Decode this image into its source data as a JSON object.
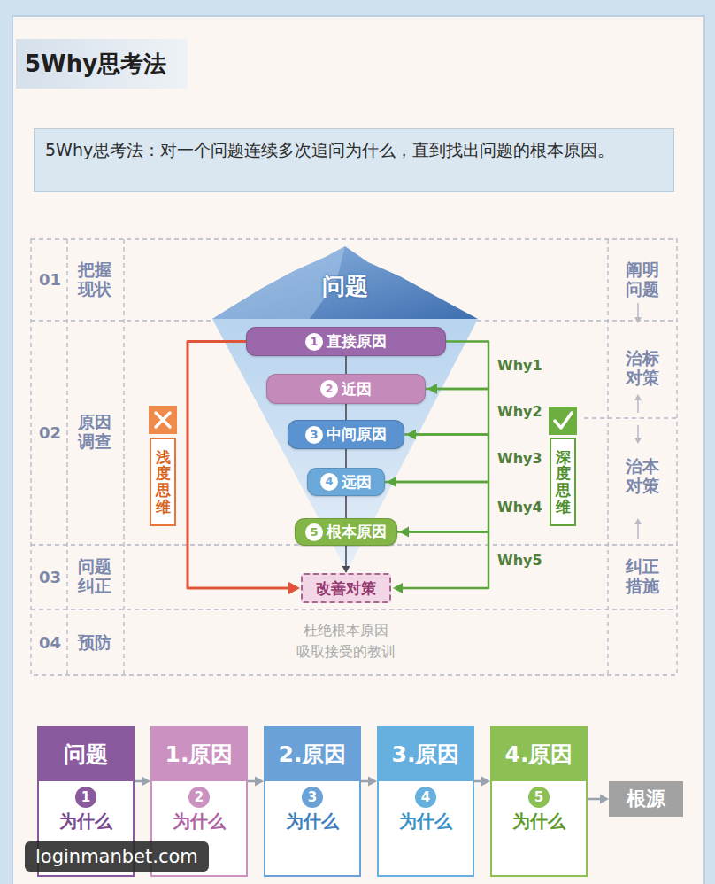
{
  "diagram": {
    "title": "5Why思考法",
    "nodes": [
      {
        "text": [
          "5Why思考法：对一个问题连续多次追问为什么，直到找出问题的根本原因。"
        ]
      },
      {
        "text": [
          "问题"
        ]
      },
      {
        "text": [
          "1",
          "直接原因"
        ],
        "in": 1
      },
      {
        "text": [
          "2",
          "近因"
        ],
        "in": 1
      },
      {
        "text": [
          "3",
          "中间原因"
        ],
        "in": 1
      },
      {
        "text": [
          "4",
          "远因"
        ],
        "in": 1
      },
      {
        "text": [
          "5",
          "根本原因"
        ],
        "in": 1
      },
      {
        "text": [
          "改善对策"
        ]
      },
      {
        "text": [
          "浅度思维"
        ]
      },
      {
        "text": [
          "深度思维"
        ]
      },
      {
        "text": [
          "问题",
          "1",
          "为什么"
        ]
      },
      {
        "text": [
          "1.原因",
          "2",
          "为什么"
        ]
      },
      {
        "text": [
          "2.原因",
          "3",
          "为什么"
        ]
      },
      {
        "text": [
          "3.原因",
          "4",
          "为什么"
        ]
      },
      {
        "text": [
          "4.原因",
          "5",
          "为什么"
        ]
      },
      {
        "text": [
          "根源"
        ]
      }
    ],
    "edges": [
      {
        "from": 2,
        "to": 3,
        "arrow": "none"
      },
      {
        "from": 3,
        "to": 4,
        "arrow": "none"
      },
      {
        "from": 4,
        "to": 5,
        "arrow": "none"
      },
      {
        "from": 5,
        "to": 6,
        "arrow": "none"
      },
      {
        "from": 6,
        "to": 7,
        "arrow": "to"
      },
      {
        "from": 2,
        "to": 3,
        "label": "Why1",
        "arrow": "to"
      },
      {
        "from": 3,
        "to": 4,
        "label": "Why2",
        "arrow": "to"
      },
      {
        "from": 4,
        "to": 5,
        "label": "Why3",
        "arrow": "to"
      },
      {
        "from": 5,
        "to": 6,
        "label": "Why4",
        "arrow": "to"
      },
      {
        "from": 6,
        "to": 7,
        "label": "Why5",
        "arrow": "to"
      },
      {
        "from": 2,
        "to": 7,
        "arrow": "to"
      },
      {
        "from": 10,
        "to": 11,
        "arrow": "to"
      },
      {
        "from": 11,
        "to": 12,
        "arrow": "to"
      },
      {
        "from": 12,
        "to": 13,
        "arrow": "to"
      },
      {
        "from": 13,
        "to": 14,
        "arrow": "to"
      },
      {
        "from": 14,
        "to": 15,
        "arrow": "to"
      }
    ],
    "labels": [
      "01",
      "把握现状",
      "阐明问题",
      "02",
      "原因调查",
      "治标对策",
      "治本对策",
      "03",
      "问题纠正",
      "纠正措施",
      "04",
      "预防",
      "杜绝根本原因 吸取接受的教训",
      "loginmanbet.com"
    ]
  }
}
